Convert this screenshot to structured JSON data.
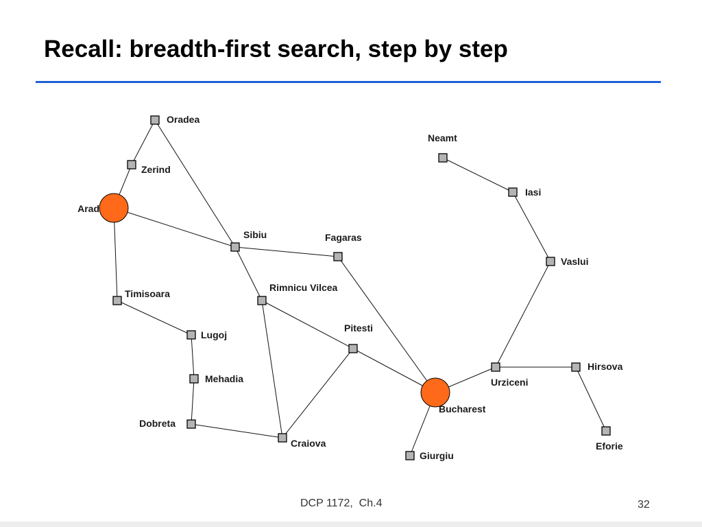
{
  "slide": {
    "title": "Recall: breadth-first search, step by step",
    "footer": "DCP 1172,  Ch.4",
    "page_number": "32",
    "accent_color": "#1f5fd6",
    "highlight_color": "#ff6a1a",
    "node_color": "#b4b4b4"
  },
  "map": {
    "cities": [
      {
        "id": "oradea",
        "name": "Oradea",
        "marker": "square"
      },
      {
        "id": "zerind",
        "name": "Zerind",
        "marker": "square"
      },
      {
        "id": "arad",
        "name": "Arad",
        "marker": "circle"
      },
      {
        "id": "sibiu",
        "name": "Sibiu",
        "marker": "square"
      },
      {
        "id": "fagaras",
        "name": "Fagaras",
        "marker": "square"
      },
      {
        "id": "timisoara",
        "name": "Timisoara",
        "marker": "square"
      },
      {
        "id": "rimnicu",
        "name": "Rimnicu Vilcea",
        "marker": "square"
      },
      {
        "id": "lugoj",
        "name": "Lugoj",
        "marker": "square"
      },
      {
        "id": "pitesti",
        "name": "Pitesti",
        "marker": "square"
      },
      {
        "id": "mehadia",
        "name": "Mehadia",
        "marker": "square"
      },
      {
        "id": "dobreta",
        "name": "Dobreta",
        "marker": "square"
      },
      {
        "id": "craiova",
        "name": "Craiova",
        "marker": "square"
      },
      {
        "id": "bucharest",
        "name": "Bucharest",
        "marker": "circle"
      },
      {
        "id": "giurgiu",
        "name": "Giurgiu",
        "marker": "square"
      },
      {
        "id": "urziceni",
        "name": "Urziceni",
        "marker": "square"
      },
      {
        "id": "hirsova",
        "name": "Hirsova",
        "marker": "square"
      },
      {
        "id": "eforie",
        "name": "Eforie",
        "marker": "square"
      },
      {
        "id": "vaslui",
        "name": "Vaslui",
        "marker": "square"
      },
      {
        "id": "iasi",
        "name": "Iasi",
        "marker": "square"
      },
      {
        "id": "neamt",
        "name": "Neamt",
        "marker": "square"
      }
    ],
    "roads": [
      [
        "oradea",
        "zerind"
      ],
      [
        "oradea",
        "sibiu"
      ],
      [
        "zerind",
        "arad"
      ],
      [
        "arad",
        "sibiu"
      ],
      [
        "arad",
        "timisoara"
      ],
      [
        "timisoara",
        "lugoj"
      ],
      [
        "lugoj",
        "mehadia"
      ],
      [
        "mehadia",
        "dobreta"
      ],
      [
        "dobreta",
        "craiova"
      ],
      [
        "sibiu",
        "fagaras"
      ],
      [
        "sibiu",
        "rimnicu"
      ],
      [
        "rimnicu",
        "craiova"
      ],
      [
        "rimnicu",
        "pitesti"
      ],
      [
        "craiova",
        "pitesti"
      ],
      [
        "pitesti",
        "bucharest"
      ],
      [
        "fagaras",
        "bucharest"
      ],
      [
        "bucharest",
        "giurgiu"
      ],
      [
        "bucharest",
        "urziceni"
      ],
      [
        "urziceni",
        "hirsova"
      ],
      [
        "hirsova",
        "eforie"
      ],
      [
        "urziceni",
        "vaslui"
      ],
      [
        "vaslui",
        "iasi"
      ],
      [
        "iasi",
        "neamt"
      ]
    ]
  }
}
